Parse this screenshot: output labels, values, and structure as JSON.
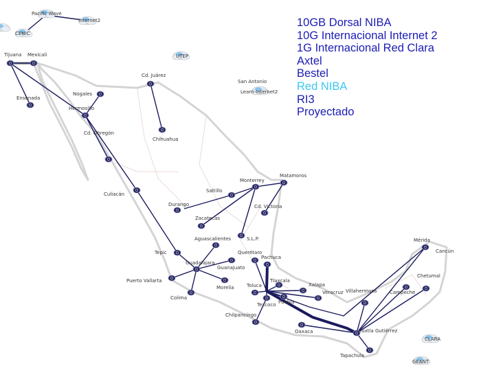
{
  "legend": {
    "items": [
      {
        "label": "10GB Dorsal NIBA",
        "color": "#1c1cb4"
      },
      {
        "label": "10G Internacional Internet 2",
        "color": "#1c1cb4"
      },
      {
        "label": "1G Internacional Red Clara",
        "color": "#1c1cb4"
      },
      {
        "label": "Axtel",
        "color": "#1c1cb4"
      },
      {
        "label": "Bestel",
        "color": "#1c1cb4"
      },
      {
        "label": "Red NIBA",
        "color": "#3cc8f0"
      },
      {
        "label": "RI3",
        "color": "#1c1cb4"
      },
      {
        "label": "Proyectado",
        "color": "#1c1cb4"
      }
    ]
  },
  "clouds": {
    "pacific_wave": "Pacific Wave",
    "internet2": "Internet2",
    "cenic": "CENIC",
    "utep": "UTEP",
    "san_antonio": "San Antonio",
    "learn": "Learn-Internet2",
    "clara": "CLARA",
    "geant": "GEANT"
  },
  "cities": {
    "tijuana": "Tijuana",
    "mexicali": "Mexicali",
    "ensenada": "Ensenada",
    "nogales": "Nogales",
    "hermosillo": "Hermosillo",
    "obregon": "Cd. Obregón",
    "culiacan": "Culiacán",
    "juarez": "Cd. Juárez",
    "chihuahua": "Chihuahua",
    "monterrey": "Monterrey",
    "matamoros": "Matamoros",
    "saltillo": "Saltillo",
    "durango": "Durango",
    "zacatecas": "Zacatecas",
    "victoria": "Cd. Victoria",
    "slp": "S.L.P.",
    "aguascalientes": "Aguascalientes",
    "tepic": "Tepic",
    "guadalajara": "Guadalajara",
    "guanajuato": "Guanajuato",
    "vallarta": "Puerto Vallarta",
    "morelia": "Morelia",
    "colima": "Colima",
    "queretaro": "Querétaro",
    "pachuca": "Pachuca",
    "toluca": "Toluca",
    "tlaxcala": "Tlaxcala",
    "texcoco": "Texcoco",
    "puebla": "Puebla",
    "xalapa": "Xalapa",
    "veracruz": "Veracruz",
    "chilpancingo": "Chilpancingo",
    "oaxaca": "Oaxaca",
    "tuxtla": "Tuxtla Gutiérrez",
    "tapachula": "Tapachula",
    "villahermosa": "Villahermosa",
    "campeche": "Campeche",
    "chetumal": "Chetumal",
    "merida": "Mérida",
    "cancun": "Cancún"
  },
  "colors": {
    "link": "#1a1a5e",
    "node": "#22225e",
    "coast": "#d4d4d4",
    "border": "#ecdada"
  }
}
